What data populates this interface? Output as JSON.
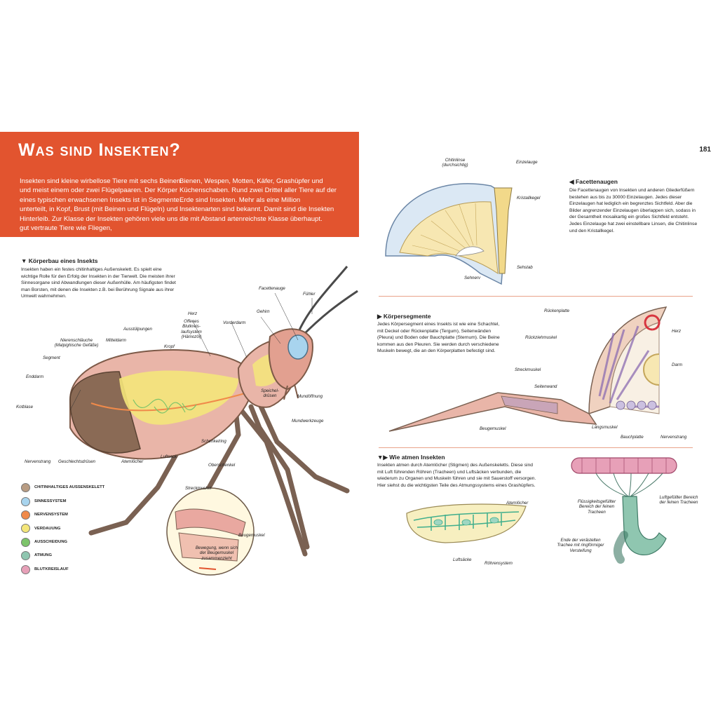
{
  "page": {
    "title": "Was sind Insekten?",
    "page_number": "181",
    "intro_col1": "Insekten sind kleine wirbellose Tiere mit sechs Beinen und meist einem oder zwei Flügelpaaren. Der Körper eines typischen erwachsenen Insekts ist in Segmente unterteilt, in Kopf, Brust (mit Beinen und Flügeln) und Hinterleib. Zur Klasse der Insekten gehören viele uns gut vertraute Tiere wie Fliegen,",
    "intro_col2": "Bienen, Wespen, Motten, Käfer, Grashüpfer und Küchenschaben. Rund zwei Drittel aller Tiere auf der Erde sind Insekten. Mehr als eine Million Insektenarten sind bekannt. Damit sind die Insekten die mit Abstand artenreichste Klasse überhaupt."
  },
  "koerperbau": {
    "heading": "▼ Körperbau eines Insekts",
    "text": "Insekten haben ein festes chitinhaltiges Außenskelett. Es spielt eine wichtige Rolle für den Erfolg der Insekten in der Tierwelt. Die meisten ihrer Sinnesorgane sind Abwandlungen dieser Außenhülle. Am häufigsten findet man Borsten, mit denen die Insekten z.B. bei Berührung Signale aus ihrer Umwelt wahrnehmen.",
    "labels": {
      "facettenauge": "Facettenauge",
      "fuehler": "Fühler",
      "gehirn": "Gehirn",
      "herz": "Herz",
      "offenes": "Offenes Blutkreis-laufsystem (Hämozöl)",
      "vorderdarm": "Vorderdarm",
      "ausstuelpungen": "Ausstülpungen",
      "nierenschlaeuche": "Nierenschläuche (Malpighische Gefäße)",
      "mitteldarm": "Mitteldarm",
      "kropf": "Kropf",
      "segment": "Segment",
      "enddarm": "Enddarm",
      "kotblase": "Kotblase",
      "speicheldruesen": "Speichel-drüsen",
      "mundoeffnung": "Mundöffnung",
      "mundwerkzeuge": "Mundwerkzeuge",
      "schenkelring": "Schenkelring",
      "oberschenkel": "Oberschenkel",
      "luftsack": "Luftsack",
      "nervenstrang": "Nervenstrang",
      "geschlechtsdruesen": "Geschlechtsdrüsen",
      "atemloecher": "Atemlöcher",
      "streckmuskel": "Streckmuskel",
      "beugemuskel": "Beugemuskel",
      "bewegung": "Bewegung, wenn sich der Beugemuskel zusammenzieht"
    },
    "legend": [
      {
        "label": "CHITINHALTIGES AUSSENSKELETT",
        "color": "#b89c83"
      },
      {
        "label": "SINNESSYSTEM",
        "color": "#a8d4ee"
      },
      {
        "label": "NERVENSYSTEM",
        "color": "#f08a4a"
      },
      {
        "label": "VERDAUUNG",
        "color": "#f4e67a"
      },
      {
        "label": "AUSSCHEIDUNG",
        "color": "#7cc46a"
      },
      {
        "label": "ATMUNG",
        "color": "#8fc6b0"
      },
      {
        "label": "BLUTKREISLAUF",
        "color": "#e7a0b8"
      }
    ]
  },
  "facettenaugen": {
    "heading": "◀ Facettenaugen",
    "text": "Die Facettenaugen von Insekten und anderen Gliederfüßern bestehen aus bis zu 30000 Einzelaugen. Jedes dieser Einzelaugen hat lediglich ein begrenztes Sichtfeld. Aber die Bilder angrenzender Einzelaugen überlappen sich, sodass in der Gesamtheit mosaikartig ein großes Sichtfeld entsteht. Jedes Einzelauge hat zwei einstellbare Linsen, die Chitinlinse und den Kristallkegel.",
    "labels": {
      "chitinlinse": "Chitinlinse (durchsichtig)",
      "einzelauge": "Einzelauge",
      "kristallkegel": "Kristallkegel",
      "sehstab": "Sehstab",
      "sehnerv": "Sehnerv"
    }
  },
  "koerpersegmente": {
    "heading": "▶ Körpersegmente",
    "text": "Jedes Körpersegment eines Insekts ist wie eine Schachtel, mit Deckel oder Rückenplatte (Tergum), Seitenwänden (Pleura) und Boden oder Bauchplatte (Sternum). Die Beine kommen aus den Pleuren. Sie werden durch verschiedene Muskeln bewegt, die an den Körperplatten befestigt sind.",
    "labels": {
      "rueckenplatte": "Rückenplatte",
      "rueckziehmuskel": "Rückziehmuskel",
      "herz": "Herz",
      "darm": "Darm",
      "streckmuskel": "Streckmuskel",
      "seitenwand": "Seitenwand",
      "beugemuskel": "Beugemuskel",
      "laengsmuskel": "Längsmuskel",
      "bauchplatte": "Bauchplatte",
      "nervenstrang": "Nervenstrang"
    }
  },
  "atmen": {
    "heading": "▼▶ Wie atmen Insekten",
    "text": "Insekten atmen durch Atemlöcher (Stigmen) des Außenskeletts. Diese sind mit Luft führenden Röhren (Tracheen) und Luftsäcken verbunden, die wiederum zu Organen und Muskeln führen und sie mit Sauerstoff versorgen. Hier siehst du die wichtigsten Teile des Atmungssystems eines Grashüpfers.",
    "labels": {
      "atemloecher": "Atemlöcher",
      "luftsaecke": "Luftsäcke",
      "roehrensystem": "Röhrensystem",
      "fluessig": "Flüssigkeitsgefüllter Bereich der feinen Tracheen",
      "luftgefuellt": "Luftgefüllter Bereich der feinen Tracheen",
      "ende": "Ende der verästelten Trachee mit ringförmiger Versteifung"
    }
  }
}
